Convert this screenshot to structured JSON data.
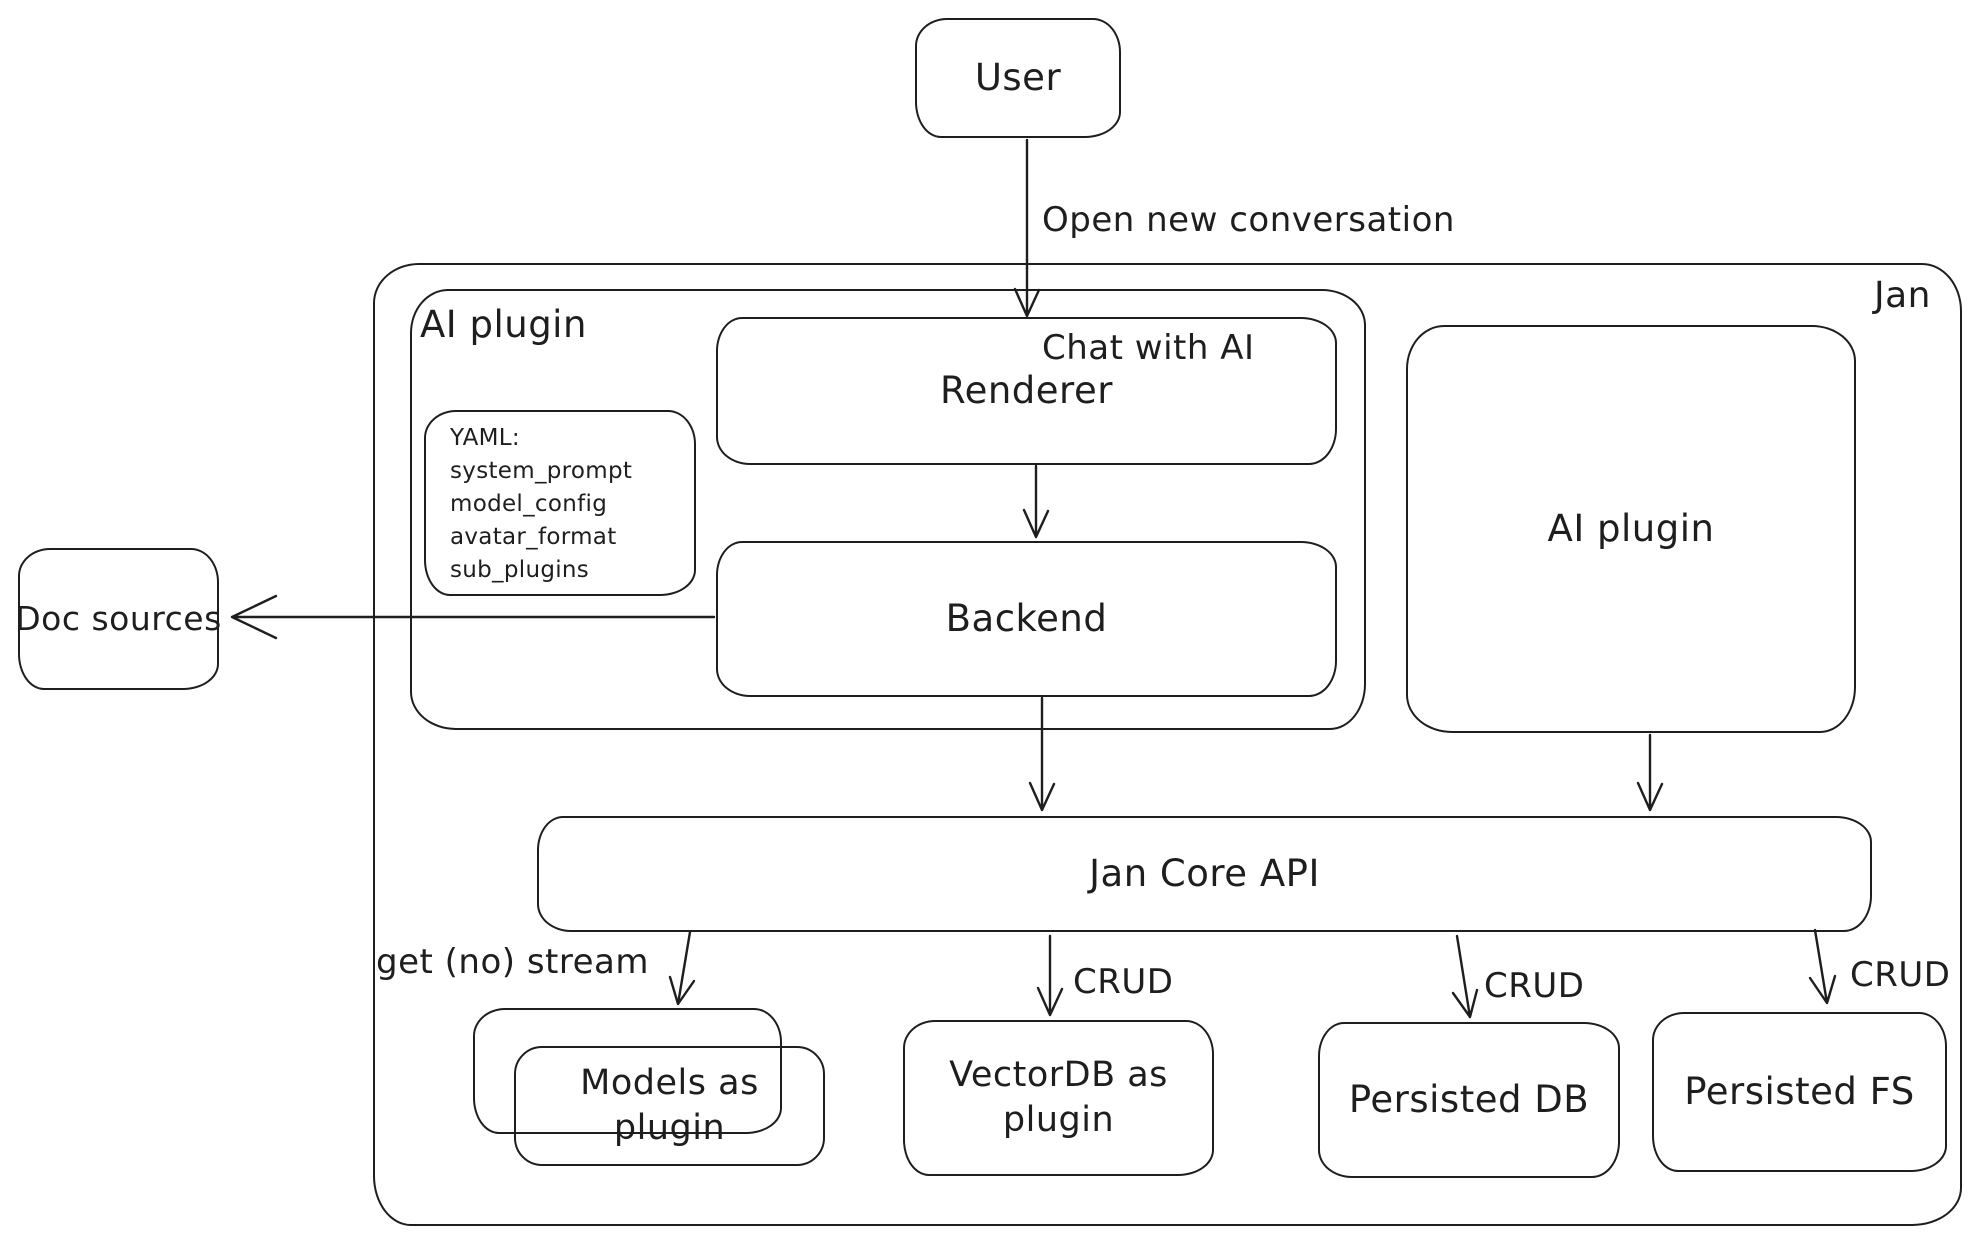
{
  "nodes": {
    "user": {
      "label": "User"
    },
    "jan_container": {
      "label": "Jan"
    },
    "ai_plugin_group": {
      "label": "AI plugin"
    },
    "renderer": {
      "label": "Renderer"
    },
    "yaml_note": {
      "lines": [
        "YAML:",
        "system_prompt",
        "model_config",
        "avatar_format",
        "sub_plugins"
      ]
    },
    "backend": {
      "label": "Backend"
    },
    "doc_sources": {
      "label": "Doc sources"
    },
    "ai_plugin_box": {
      "label": "AI plugin"
    },
    "jan_core_api": {
      "label": "Jan Core API"
    },
    "models_as_plugin": {
      "lines": [
        "Models as",
        "plugin"
      ]
    },
    "vectordb_as_plugin": {
      "lines": [
        "VectorDB as",
        "plugin"
      ]
    },
    "persisted_db": {
      "label": "Persisted DB"
    },
    "persisted_fs": {
      "label": "Persisted FS"
    }
  },
  "edges": {
    "user_to_renderer": {
      "label_lines": [
        "Open new conversation",
        "Chat with AI"
      ]
    },
    "core_to_models": {
      "label": "get (no) stream"
    },
    "core_to_vectordb": {
      "label": "CRUD"
    },
    "core_to_persisted_db": {
      "label": "CRUD"
    },
    "core_to_persisted_fs": {
      "label": "CRUD"
    }
  },
  "colors": {
    "stroke": "#1e1e1e",
    "background": "#ffffff"
  }
}
